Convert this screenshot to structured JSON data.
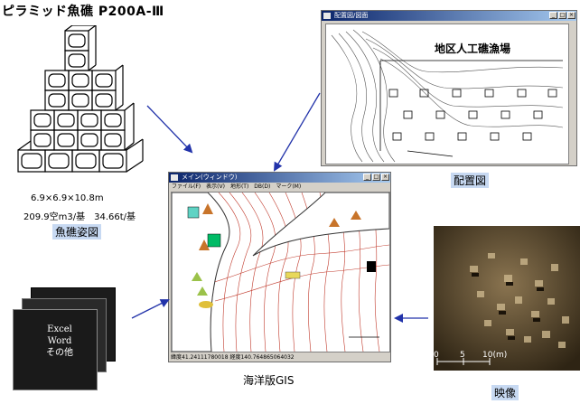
{
  "reef": {
    "title": "ピラミッド魚礁 P200A-Ⅲ",
    "spec_line1": "6.9×6.9×10.8m",
    "spec_line2": "209.9空m3/基　34.66t/基",
    "caption": "魚礁姿図"
  },
  "layout_panel": {
    "window_title": "配置図/図面",
    "drawing_title": "地区人工礁漁場",
    "caption": "配置図"
  },
  "gis": {
    "window_title": "メイン(ウィンドウ)",
    "menu": [
      "ファイル(F)",
      "表示(V)",
      "地形(T)",
      "DB(D)",
      "マーク(M)"
    ],
    "status_text": "緯度41.24111780018 経度140.764865064032",
    "caption": "海洋版GIS"
  },
  "documents": {
    "lines": [
      "Excel",
      "Word",
      "その他"
    ]
  },
  "video": {
    "scale_ticks": [
      "0",
      "5",
      "10(m)"
    ],
    "caption": "映像"
  },
  "colors": {
    "arrow": "#2233aa",
    "caption_bg": "#c7d9f2",
    "contour": "#c0392b"
  }
}
